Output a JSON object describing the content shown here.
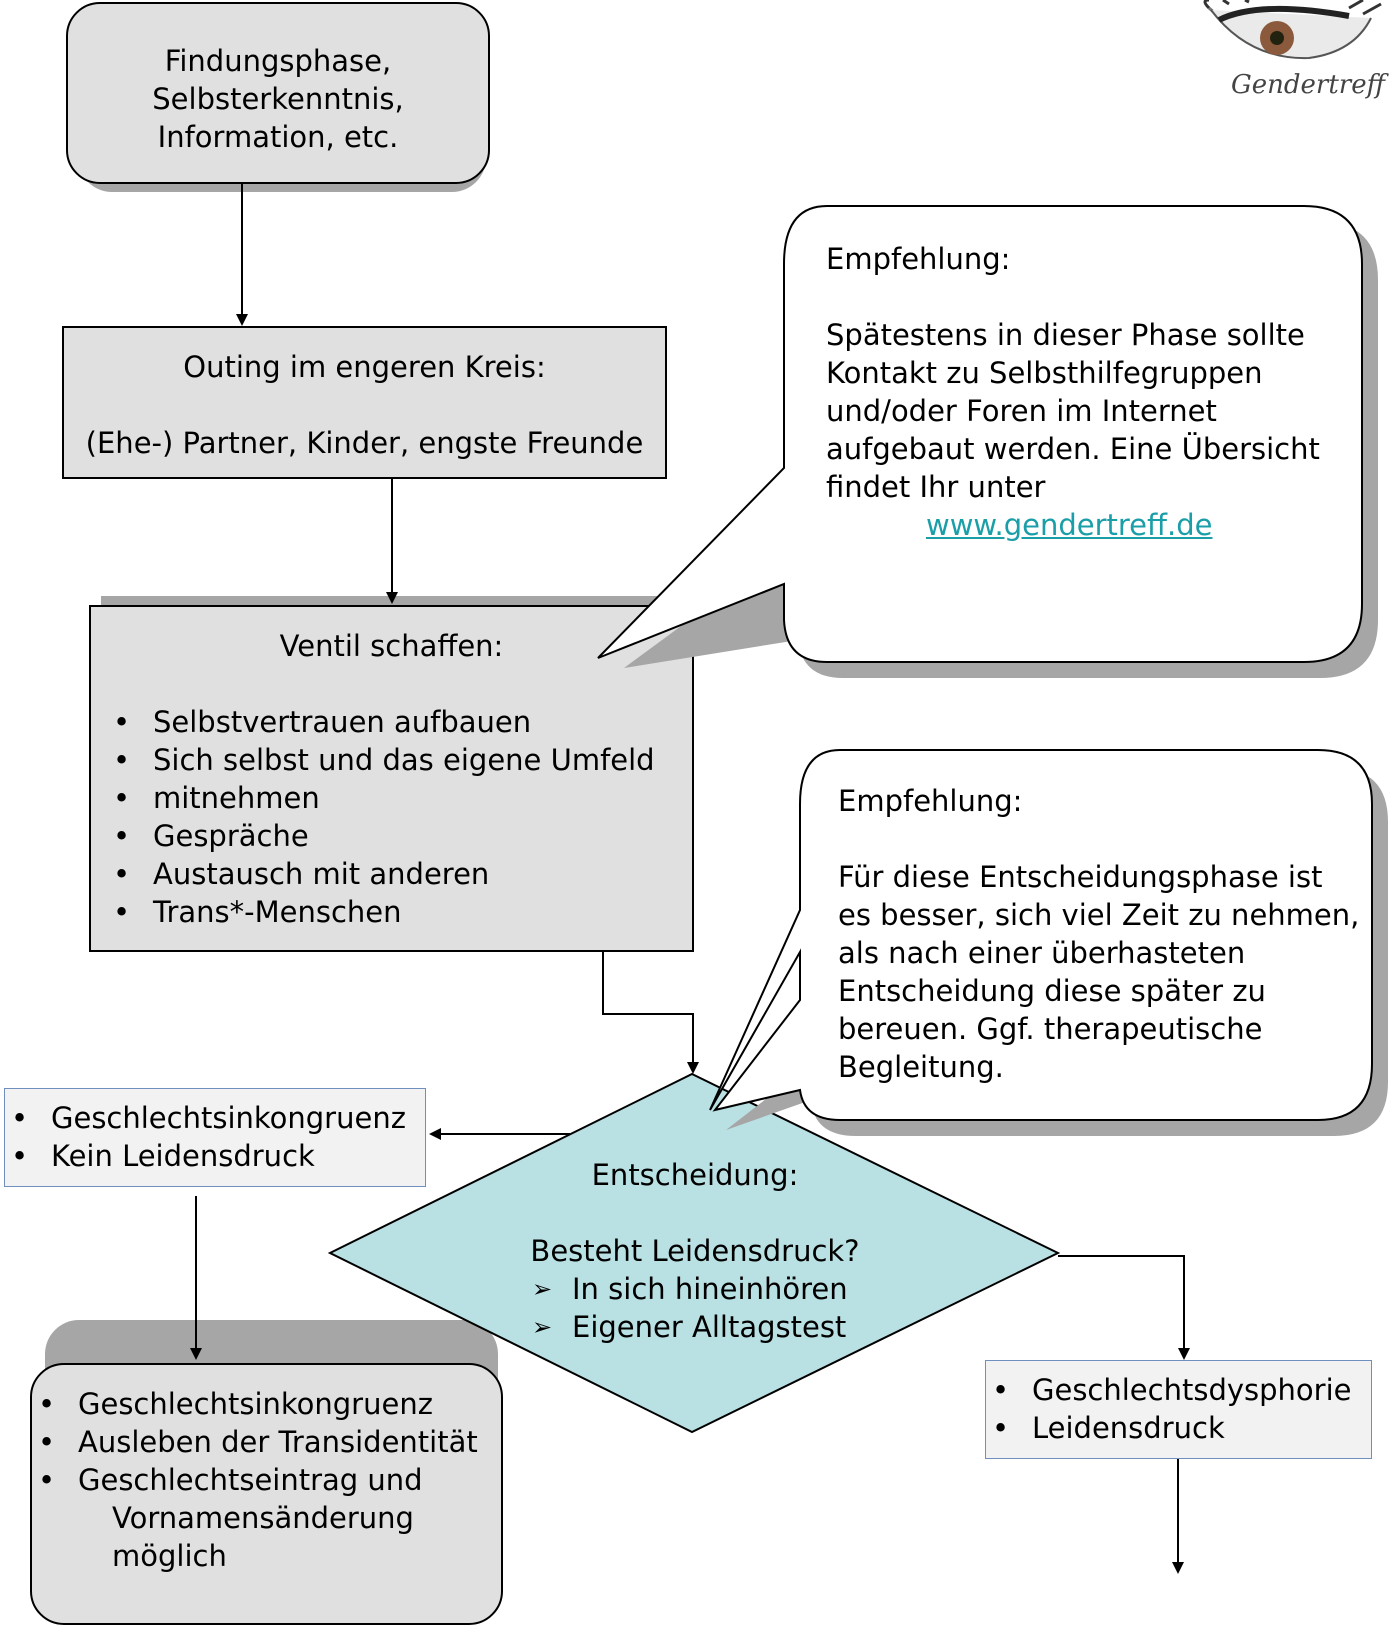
{
  "logo": {
    "brand": "Gendertreff"
  },
  "nodes": {
    "findung": {
      "lines": [
        "Findungsphase,",
        "Selbsterkenntnis,",
        "Information, etc."
      ]
    },
    "outing": {
      "title": "Outing im engeren Kreis:",
      "subtitle": "(Ehe-) Partner, Kinder, engste Freunde"
    },
    "ventil": {
      "title": "Ventil schaffen:",
      "items": [
        "Selbstvertrauen aufbauen",
        "Sich selbst und das eigene Umfeld",
        "mitnehmen",
        "Gespräche",
        "Austausch mit anderen",
        "Trans*-Menschen"
      ]
    },
    "decision": {
      "title": "Entscheidung:",
      "question": "Besteht Leidensdruck?",
      "items": [
        "In sich hineinhören",
        "Eigener Alltagstest"
      ]
    },
    "left_box": {
      "items": [
        "Geschlechtsinkongruenz",
        "Kein Leidensdruck"
      ]
    },
    "bottom_left": {
      "items": [
        "Geschlechtsinkongruenz",
        "Ausleben der Transidentität",
        "Geschlechtseintrag und"
      ],
      "continuation": [
        "Vornamensänderung",
        "möglich"
      ]
    },
    "right_box": {
      "items": [
        "Geschlechtsdysphorie",
        "Leidensdruck"
      ]
    }
  },
  "callouts": {
    "top": {
      "heading": "Empfehlung:",
      "lines": [
        "Spätestens in dieser Phase sollte",
        "Kontakt zu Selbsthilfegruppen",
        "und/oder Foren im Internet",
        "aufgebaut werden. Eine Übersicht",
        "findet Ihr unter"
      ],
      "link": "www.gendertreff.de"
    },
    "bottom": {
      "heading": "Empfehlung:",
      "lines": [
        "Für diese Entscheidungsphase ist",
        "es besser, sich viel Zeit zu nehmen,",
        "als nach einer überhasteten",
        "Entscheidung diese später zu",
        "bereuen. Ggf. therapeutische",
        "Begleitung."
      ]
    }
  },
  "colors": {
    "box_fill": "#e0e0e0",
    "decision_fill": "#b9e0e3",
    "light_box_fill": "#f2f2f2",
    "light_box_border": "#6f8fbf",
    "link": "#1a9ea8",
    "shadow": "#a6a6a6"
  }
}
